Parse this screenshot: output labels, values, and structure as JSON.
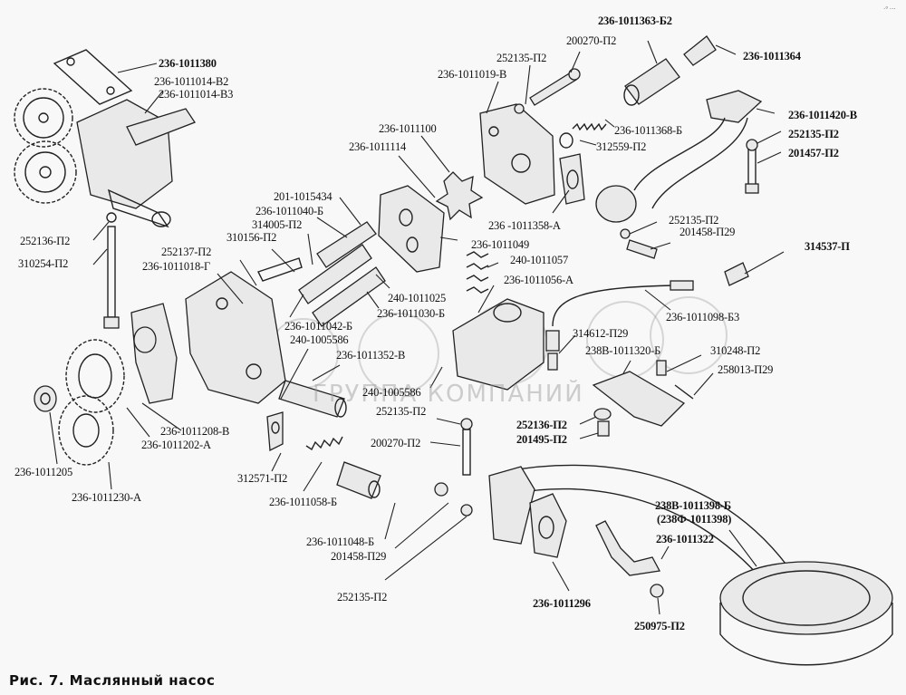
{
  "figure": {
    "caption": "Рис. 7. Маслянный насос",
    "watermark_sub": "ГРУППА КОМПАНИЙ",
    "corner_mark": "·° ···"
  },
  "labels": [
    {
      "id": "l1",
      "text": "236-1011380"
    },
    {
      "id": "l2",
      "text": "236-1011014-В2"
    },
    {
      "id": "l3",
      "text": "236-1011014-В3"
    },
    {
      "id": "l4",
      "text": "252136-П2"
    },
    {
      "id": "l5",
      "text": "310254-П2"
    },
    {
      "id": "l6",
      "text": "201-1015434"
    },
    {
      "id": "l7",
      "text": "236-1011040-Б"
    },
    {
      "id": "l8",
      "text": "314005-П2"
    },
    {
      "id": "l9",
      "text": "310156-П2"
    },
    {
      "id": "l10",
      "text": "252137-П2"
    },
    {
      "id": "l11",
      "text": "236-1011018-Г"
    },
    {
      "id": "l12",
      "text": "236-1011100"
    },
    {
      "id": "l13",
      "text": "236-1011114"
    },
    {
      "id": "l14",
      "text": "236-1011019-В"
    },
    {
      "id": "l15",
      "text": "252135-П2"
    },
    {
      "id": "l16",
      "text": "200270-П2"
    },
    {
      "id": "l17",
      "text": "236-1011363-Б2"
    },
    {
      "id": "l18",
      "text": "236-1011364"
    },
    {
      "id": "l19",
      "text": "236-1011368-Б"
    },
    {
      "id": "l20",
      "text": "312559-П2"
    },
    {
      "id": "l21",
      "text": "236-1011420-В"
    },
    {
      "id": "l22",
      "text": "252135-П2"
    },
    {
      "id": "l23",
      "text": "201457-П2"
    },
    {
      "id": "l24",
      "text": "236 -1011358-А"
    },
    {
      "id": "l25",
      "text": "236-1011049"
    },
    {
      "id": "l26",
      "text": "252135-П2"
    },
    {
      "id": "l27",
      "text": "201458-П29"
    },
    {
      "id": "l28",
      "text": "314537-П"
    },
    {
      "id": "l29",
      "text": "240-1011057"
    },
    {
      "id": "l30",
      "text": "236-1011056-А"
    },
    {
      "id": "l31",
      "text": "240-1011025"
    },
    {
      "id": "l32",
      "text": "236-1011030-Б"
    },
    {
      "id": "l33",
      "text": "236-1011042-Б"
    },
    {
      "id": "l34",
      "text": "240-1005586"
    },
    {
      "id": "l35",
      "text": "236-1011352-В"
    },
    {
      "id": "l36",
      "text": "236-1011098-Б3"
    },
    {
      "id": "l37",
      "text": "314612-П29"
    },
    {
      "id": "l38",
      "text": "238В-1011320-Б"
    },
    {
      "id": "l39",
      "text": "310248-П2"
    },
    {
      "id": "l40",
      "text": "258013-П29"
    },
    {
      "id": "l41",
      "text": "240-1005586"
    },
    {
      "id": "l42",
      "text": "252135-П2"
    },
    {
      "id": "l43",
      "text": "252136-П2"
    },
    {
      "id": "l44",
      "text": "201495-П2"
    },
    {
      "id": "l45",
      "text": "200270-П2"
    },
    {
      "id": "l46",
      "text": "236-1011208-В"
    },
    {
      "id": "l47",
      "text": "236-1011202-А"
    },
    {
      "id": "l48",
      "text": "236-1011205"
    },
    {
      "id": "l49",
      "text": "236-1011230-А"
    },
    {
      "id": "l50",
      "text": "312571-П2"
    },
    {
      "id": "l51",
      "text": "236-1011058-Б"
    },
    {
      "id": "l52",
      "text": "236-1011048-Б"
    },
    {
      "id": "l53",
      "text": "201458-П29"
    },
    {
      "id": "l54",
      "text": "252135-П2"
    },
    {
      "id": "l55",
      "text": "236-1011296"
    },
    {
      "id": "l56",
      "text": "238В-1011398-Б"
    },
    {
      "id": "l57",
      "text": "(238Ф-1011398)"
    },
    {
      "id": "l58",
      "text": "236-1011322"
    },
    {
      "id": "l59",
      "text": "250975-П2"
    }
  ]
}
